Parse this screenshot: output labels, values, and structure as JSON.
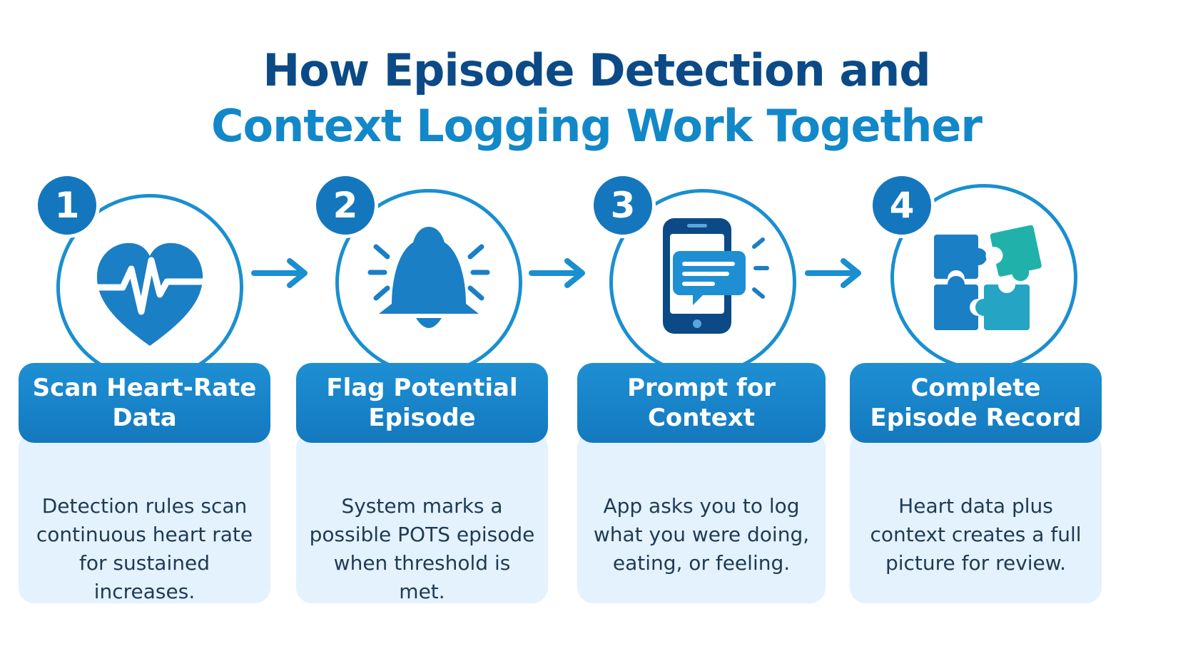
{
  "title": {
    "line1": "How Episode Detection and",
    "line2": "Context Logging Work Together"
  },
  "colors": {
    "dark_blue": "#0b4a86",
    "accent_blue": "#1288c9",
    "card_fill": "#e3f2fc",
    "teal": "#20b2aa"
  },
  "steps": [
    {
      "number": "1",
      "icon": "heart-pulse-icon",
      "heading": "Scan Heart-Rate Data",
      "description": "Detection rules scan continuous heart rate for sustained increases."
    },
    {
      "number": "2",
      "icon": "bell-icon",
      "heading": "Flag Potential Episode",
      "description": "System marks a possible POTS episode when threshold is met."
    },
    {
      "number": "3",
      "icon": "phone-message-icon",
      "heading": "Prompt for Context",
      "description": "App asks you to log what you were doing, eating, or feeling."
    },
    {
      "number": "4",
      "icon": "puzzle-icon",
      "heading": "Complete Episode Record",
      "description": "Heart data plus context creates a full picture for review."
    }
  ]
}
